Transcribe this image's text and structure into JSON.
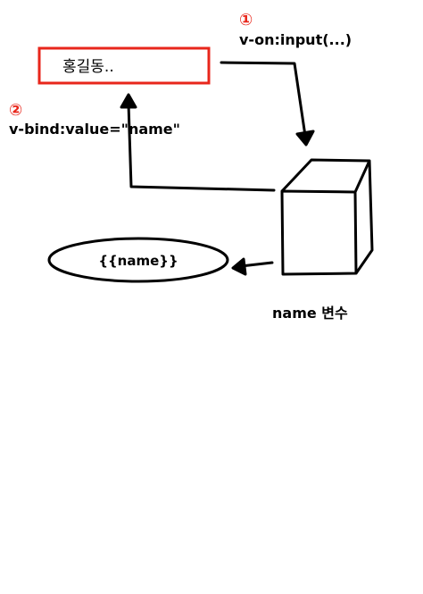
{
  "input_box": {
    "value": "홍길동.."
  },
  "step1": {
    "number": "①",
    "label": "v-on:input(...)"
  },
  "step2": {
    "number": "②",
    "label": "v-bind:value=\"name\""
  },
  "interpolation": {
    "text": "{{name}}"
  },
  "variable": {
    "label": "name 변수"
  },
  "colors": {
    "input_border": "#e8261b",
    "step_number": "#e8261b",
    "stroke": "#000000"
  }
}
